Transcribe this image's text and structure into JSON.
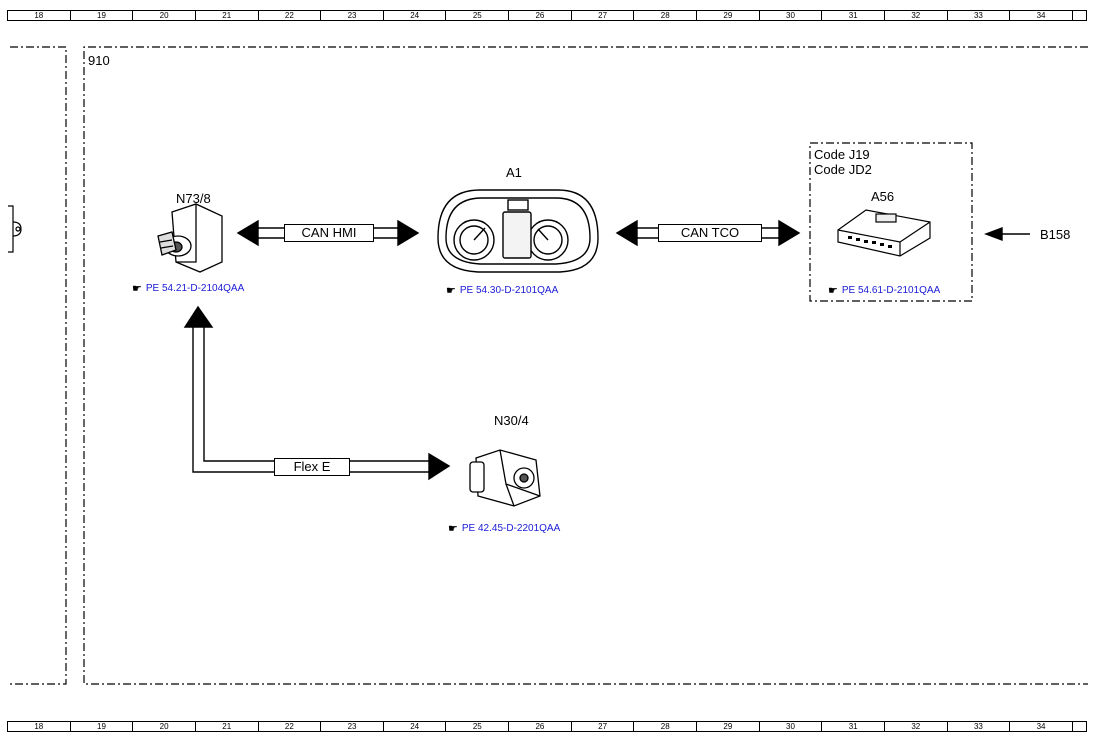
{
  "ruler": [
    "18",
    "19",
    "20",
    "21",
    "22",
    "23",
    "24",
    "25",
    "26",
    "27",
    "28",
    "29",
    "30",
    "31",
    "32",
    "33",
    "34"
  ],
  "frame_label": "910",
  "components": {
    "ignition_switch": {
      "code": "N73/8",
      "ref": "PE 54.21-D-2104QAA"
    },
    "instrument_cluster": {
      "code": "A1",
      "ref": "PE 54.30-D-2101QAA"
    },
    "control_unit": {
      "code": "A56",
      "ref": "PE 54.61-D-2101QAA",
      "codes": [
        "Code J19",
        "Code JD2"
      ]
    },
    "camera": {
      "code": "N30/4",
      "ref": "PE 42.45-D-2201QAA"
    }
  },
  "buses": {
    "can_hmi": "CAN HMI",
    "can_tco": "CAN TCO",
    "flex_e": "Flex E"
  },
  "external": {
    "b158": "B158"
  },
  "colors": {
    "reference_link": "#1a1ad6"
  }
}
